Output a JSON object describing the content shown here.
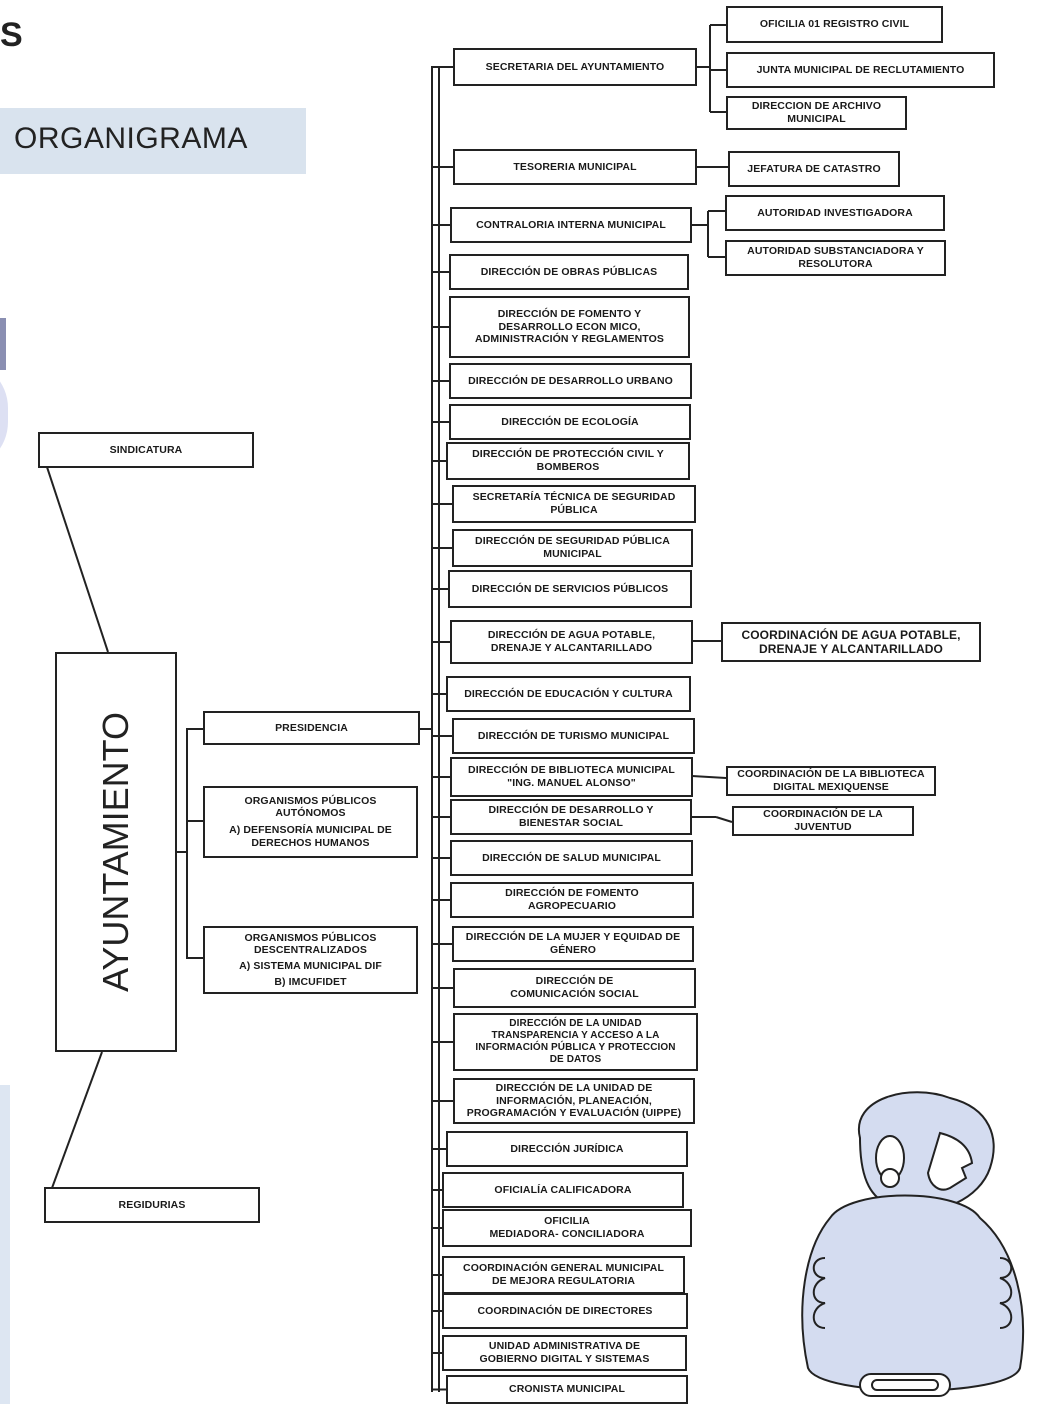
{
  "page": {
    "corner_mark": "S",
    "title": "ORGANIGRAMA"
  },
  "left": {
    "sindicatura": "SINDICATURA",
    "ayuntamiento": "AYUNTAMIENTO",
    "regidurias": "REGIDURIAS",
    "presidencia": "PRESIDENCIA",
    "autonomos": [
      "ORGANISMOS PÚBLICOS",
      "AUTÓNOMOS",
      "A) DEFENSORÍA MUNICIPAL DE",
      "DERECHOS HUMANOS"
    ],
    "descentralizados": [
      "ORGANISMOS PÚBLICOS",
      "DESCENTRALIZADOS",
      "A) SISTEMA MUNICIPAL DIF",
      "B) IMCUFIDET"
    ]
  },
  "units": [
    [
      "SECRETARIA DEL AYUNTAMIENTO"
    ],
    [
      "TESORERIA MUNICIPAL"
    ],
    [
      "CONTRALORIA INTERNA MUNICIPAL"
    ],
    [
      "DIRECCIÓN DE OBRAS PÚBLICAS"
    ],
    [
      "DIRECCIÓN DE FOMENTO Y",
      "DESARROLLO ECON MICO,",
      "ADMINISTRACIÓN Y REGLAMENTOS"
    ],
    [
      "DIRECCIÓN DE DESARROLLO URBANO"
    ],
    [
      "DIRECCIÓN DE ECOLOGÍA"
    ],
    [
      "DIRECCIÓN DE PROTECCIÓN CIVIL Y",
      "BOMBEROS"
    ],
    [
      "SECRETARÍA TÉCNICA DE SEGURIDAD",
      "PÚBLICA"
    ],
    [
      "DIRECCIÓN DE SEGURIDAD PÚBLICA",
      "MUNICIPAL"
    ],
    [
      "DIRECCIÓN DE SERVICIOS PÚBLICOS"
    ],
    [
      "DIRECCIÓN DE AGUA POTABLE,",
      "DRENAJE Y ALCANTARILLADO"
    ],
    [
      "DIRECCIÓN DE EDUCACIÓN Y CULTURA"
    ],
    [
      "DIRECCIÓN DE TURISMO MUNICIPAL"
    ],
    [
      "DIRECCIÓN DE BIBLIOTECA MUNICIPAL",
      "\"ING. MANUEL ALONSO\""
    ],
    [
      "DIRECCIÓN DE DESARROLLO Y",
      "BIENESTAR SOCIAL"
    ],
    [
      "DIRECCIÓN DE SALUD MUNICIPAL"
    ],
    [
      "DIRECCIÓN DE FOMENTO",
      "AGROPECUARIO"
    ],
    [
      "DIRECCIÓN DE LA MUJER Y EQUIDAD DE",
      "GÉNERO"
    ],
    [
      "DIRECCIÓN DE",
      "COMUNICACIÓN SOCIAL"
    ],
    [
      "DIRECCIÓN DE LA UNIDAD",
      "TRANSPARENCIA Y ACCESO A LA",
      "INFORMACIÓN PÚBLICA Y PROTECCION",
      "DE DATOS"
    ],
    [
      "DIRECCIÓN DE LA UNIDAD DE",
      "INFORMACIÓN, PLANEACIÓN,",
      "PROGRAMACIÓN Y EVALUACIÓN (UIPPE)"
    ],
    [
      "DIRECCIÓN JURÍDICA"
    ],
    [
      "OFICIALÍA CALIFICADORA"
    ],
    [
      "OFICILIA",
      "MEDIADORA- CONCILIADORA"
    ],
    [
      "COORDINACIÓN GENERAL MUNICIPAL",
      "DE MEJORA REGULATORIA"
    ],
    [
      "COORDINACIÓN DE DIRECTORES"
    ],
    [
      "UNIDAD ADMINISTRATIVA DE",
      "GOBIERNO DIGITAL Y SISTEMAS"
    ],
    [
      "CRONISTA MUNICIPAL"
    ]
  ],
  "subunits": [
    [
      "OFICILIA 01 REGISTRO CIVIL"
    ],
    [
      "JUNTA MUNICIPAL DE RECLUTAMIENTO"
    ],
    [
      "DIRECCION DE ARCHIVO",
      "MUNICIPAL"
    ],
    [
      "JEFATURA DE CATASTRO"
    ],
    [
      "AUTORIDAD INVESTIGADORA"
    ],
    [
      "AUTORIDAD SUBSTANCIADORA Y",
      "RESOLUTORA"
    ],
    [
      "COORDINACIÓN DE AGUA POTABLE,",
      "DRENAJE Y ALCANTARILLADO"
    ],
    [
      "COORDINACIÓN DE LA BIBLIOTECA",
      "DIGITAL MEXIQUENSE"
    ],
    [
      "COORDINACIÓN DE LA",
      "JUVENTUD"
    ]
  ],
  "mascot": "pre-hispanic-head-sculpture-icon"
}
